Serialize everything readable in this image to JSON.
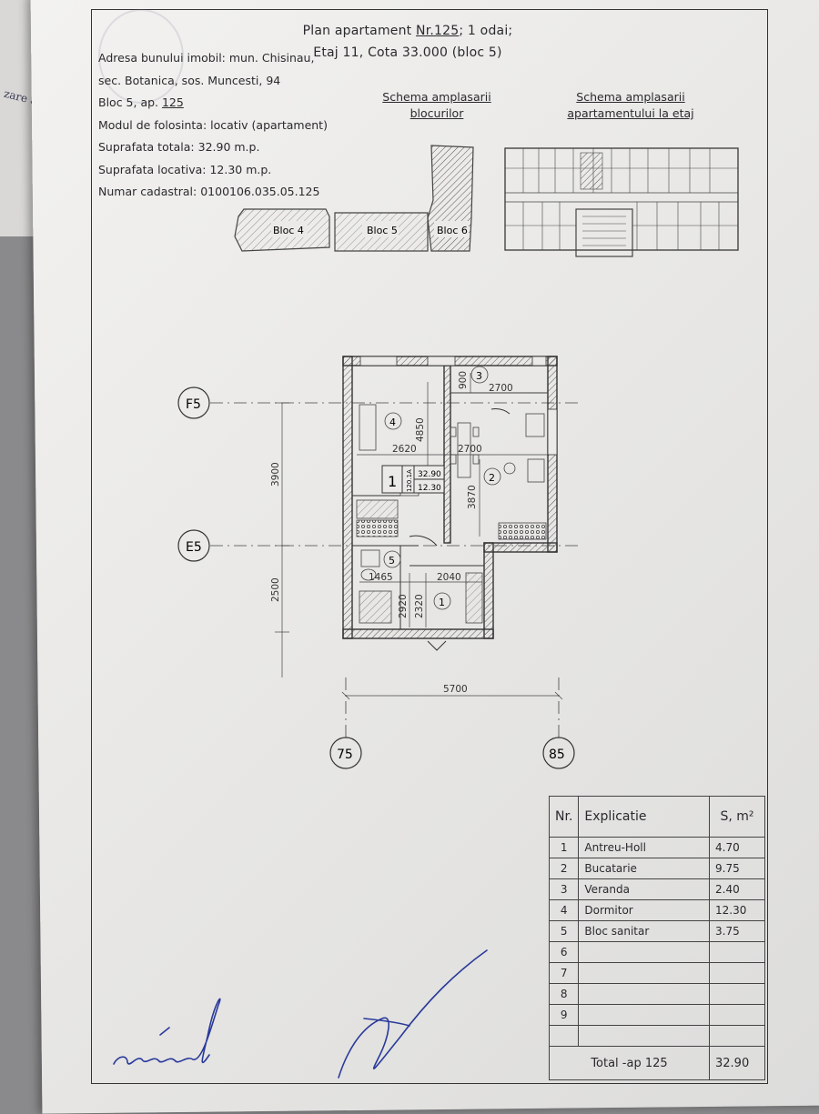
{
  "side_sheet": {
    "text": "zare a"
  },
  "header": {
    "title_prefix": "Plan apartament ",
    "apartment_no": "Nr.125",
    "title_suffix": "; 1 odai;",
    "floor_line": "Etaj 11, Cota 33.000 (bloc 5)"
  },
  "address": {
    "line1": "Adresa bunului imobil: mun. Chisinau,",
    "line2": "sec. Botanica, sos. Muncesti, 94",
    "line3_prefix": "Bloc 5, ap. ",
    "line3_ap": "125",
    "line4": "Modul de folosinta: locativ (apartament)",
    "line5": "Suprafata totala: 32.90 m.p.",
    "line6": "Suprafata locativa: 12.30 m.p.",
    "line7": "Numar cadastral: 0100106.035.05.125"
  },
  "schema_blocks": {
    "title_line1": "Schema amplasarii",
    "title_line2": "blocurilor",
    "blocks": [
      "Bloc 4",
      "Bloc 5",
      "Bloc 6"
    ]
  },
  "schema_floor": {
    "title_line1": "Schema amplasarii",
    "title_line2": "apartamentului la etaj"
  },
  "plan": {
    "axis_rows": [
      "F5",
      "E5"
    ],
    "axis_cols": [
      "75",
      "85"
    ],
    "dims": {
      "d900": "900",
      "d2700_top": "2700",
      "d4850": "4850",
      "d2620": "2620",
      "d2700_mid": "2700",
      "d3900": "3900",
      "d3870": "3870",
      "d1465": "1465",
      "d2040": "2040",
      "d2500": "2500",
      "d2920": "2920",
      "d2320": "2320",
      "d5700": "5700"
    },
    "rooms": [
      "1",
      "2",
      "3",
      "4",
      "5"
    ],
    "tag": {
      "no": "1",
      "area_total": "32.90",
      "area_living": "12.30",
      "code": "120.1A"
    }
  },
  "legend": {
    "headers": {
      "nr": "Nr.",
      "explicatie": "Explicatie",
      "s": "S, m²"
    },
    "rows": [
      {
        "nr": "1",
        "name": "Antreu-Holl",
        "area": "4.70"
      },
      {
        "nr": "2",
        "name": "Bucatarie",
        "area": "9.75"
      },
      {
        "nr": "3",
        "name": "Veranda",
        "area": "2.40"
      },
      {
        "nr": "4",
        "name": "Dormitor",
        "area": "12.30"
      },
      {
        "nr": "5",
        "name": "Bloc sanitar",
        "area": "3.75"
      },
      {
        "nr": "6",
        "name": "",
        "area": ""
      },
      {
        "nr": "7",
        "name": "",
        "area": ""
      },
      {
        "nr": "8",
        "name": "",
        "area": ""
      },
      {
        "nr": "9",
        "name": "",
        "area": ""
      }
    ],
    "total_label": "Total -ap 125",
    "total_value": "32.90"
  }
}
